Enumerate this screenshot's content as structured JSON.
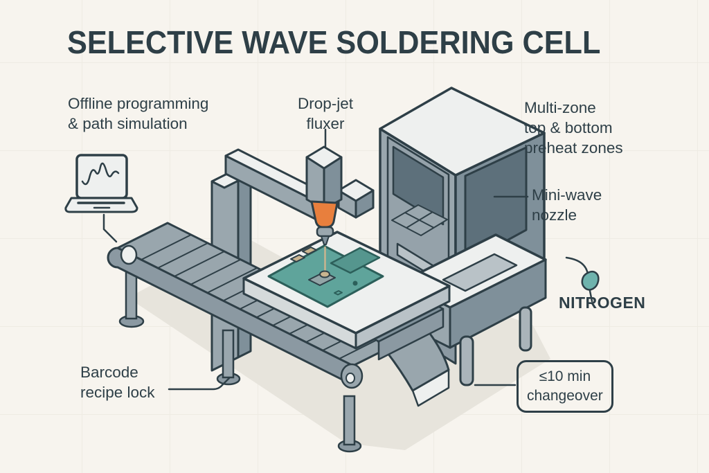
{
  "title": "SELECTIVE WAVE SOLDERING CELL",
  "labels": {
    "offline_programming": {
      "line1": "Offline programming",
      "line2": "& path simulation"
    },
    "drop_jet_fluxer": {
      "line1": "Drop-jet",
      "line2": "fluxer"
    },
    "multi_zone_preheat": {
      "line1": "Multi-zone",
      "line2": "top & bottom",
      "line3": "preheat zones"
    },
    "mini_wave_nozzle": {
      "line1": "Mini-wave",
      "line2": "nozzle"
    },
    "nitrogen": {
      "text": "NITROGEN"
    },
    "barcode_recipe_lock": {
      "line1": "Barcode",
      "line2": "recipe lock"
    },
    "changeover_badge": {
      "line1": "≤10 min",
      "line2": "changeover"
    }
  },
  "icons": {
    "laptop": "laptop-waveform-icon",
    "nitrogen_drop": "nitrogen-droplet-icon"
  },
  "colors": {
    "background": "#f7f4ee",
    "ink": "#2e3f47",
    "machine_gray": "#9aa7ae",
    "machine_gray_dark": "#7f909a",
    "machine_gray_mid": "#8b99a2",
    "machine_gray_light": "#eef0ef",
    "panel_gray": "#95a2aa",
    "slot_gray": "#b9c2c7",
    "window_gray": "#5d707b",
    "belt_gray": "#99a6ad",
    "platform_side": "#d5dadb",
    "pcb_teal": "#5fa49b",
    "pcb_ink": "#2c5f5a",
    "pcb_rect": "#55968e",
    "pcb_chip": "#93a5a7",
    "fluxer_orange": "#e87f3d",
    "nitrogen_teal": "#6fb3ad",
    "tan": "#c9b48f",
    "leg_gray": "#aab4ba",
    "shadow": "#e7e4dc"
  }
}
